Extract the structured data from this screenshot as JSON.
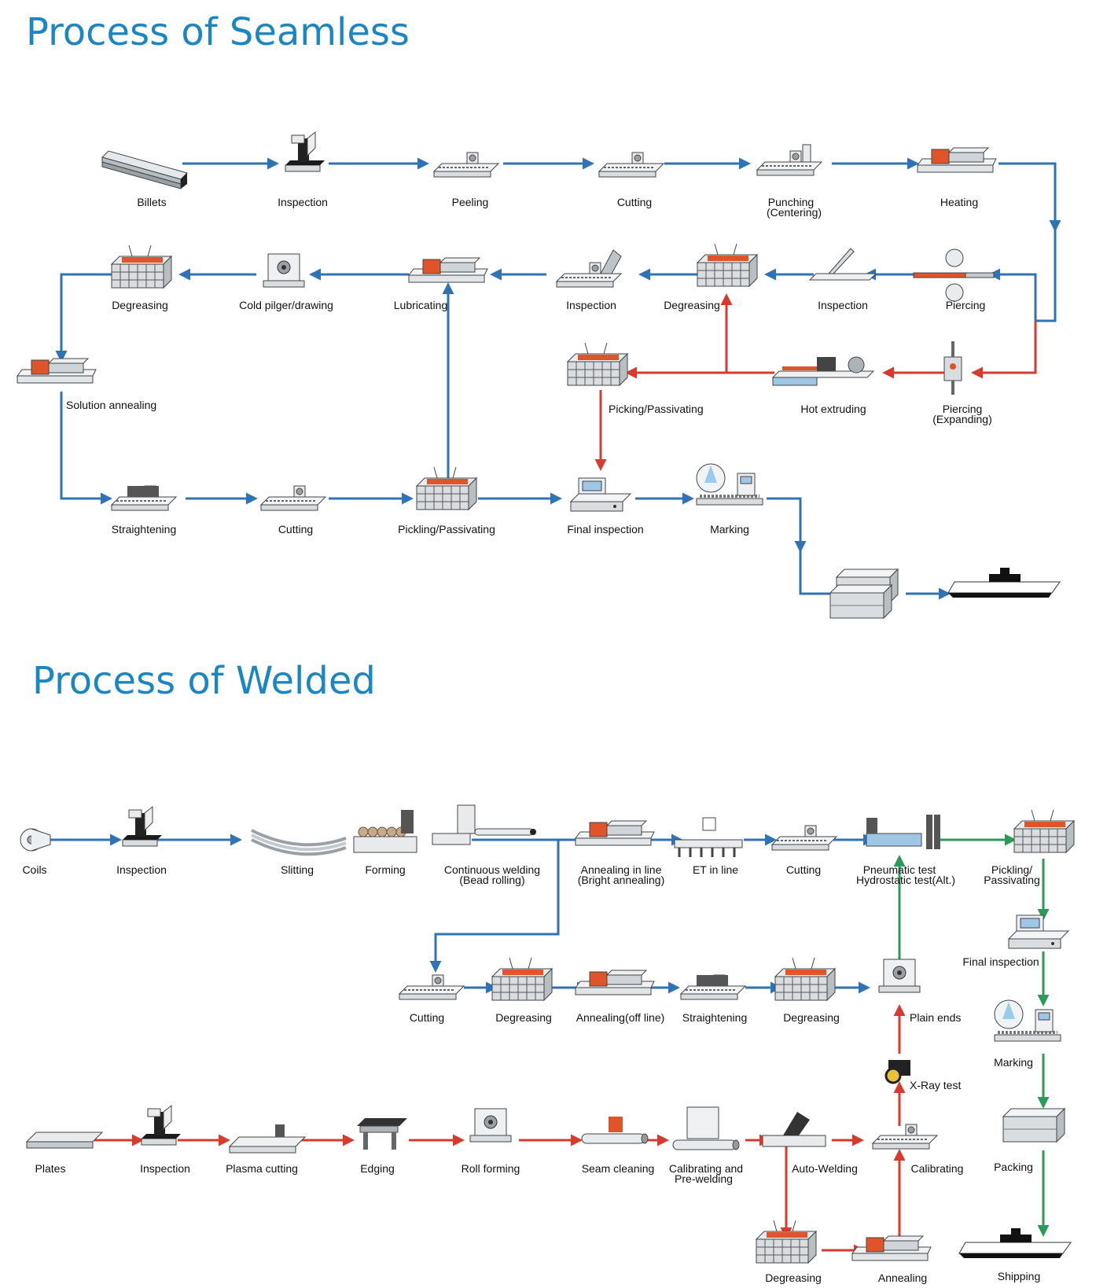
{
  "seamless": {
    "title": "Process of Seamless",
    "steps": {
      "billets": "Billets",
      "inspection1": "Inspection",
      "peeling": "Peeling",
      "cutting1": "Cutting",
      "punching": [
        "Punching",
        "(Centering)"
      ],
      "heating": "Heating",
      "piercing": "Piercing",
      "inspection2": "Inspection",
      "degreasing1": "Degreasing",
      "inspection3": "Inspection",
      "lubricating": "Lubricating",
      "cold_pilger": "Cold pilger/drawing",
      "degreasing2": "Degreasing",
      "solution_annealing": "Solution annealing",
      "piercing_expanding": [
        "Piercing",
        "(Expanding)"
      ],
      "hot_extruding": "Hot extruding",
      "picking_passivating": "Picking/Passivating",
      "straightening": "Straightening",
      "cutting2": "Cutting",
      "pickling_passivating": "Pickling/Passivating",
      "final_inspection": "Final inspection",
      "marking": "Marking"
    }
  },
  "welded": {
    "title": "Process of Welded",
    "steps": {
      "coils": "Coils",
      "inspection1": "Inspection",
      "slitting": "Slitting",
      "forming": "Forming",
      "continuous_welding": [
        "Continuous welding",
        "(Bead rolling)"
      ],
      "annealing_in_line": [
        "Annealing in line",
        "(Bright annealing)"
      ],
      "et_in_line": "ET in line",
      "cutting1": "Cutting",
      "pneumatic_test": [
        "Pneumatic test",
        "Hydrostatic test(Alt.)"
      ],
      "pickling_passivating": [
        "Pickling/",
        "Passivating"
      ],
      "final_inspection": "Final inspection",
      "marking": "Marking",
      "packing": "Packing",
      "shipping": "Shipping",
      "cutting2": "Cutting",
      "degreasing1": "Degreasing",
      "annealing_off_line": "Annealing(off line)",
      "straightening": "Straightening",
      "degreasing2": "Degreasing",
      "plain_ends": "Plain ends",
      "x_ray_test": "X-Ray test",
      "plates": "Plates",
      "inspection2": "Inspection",
      "plasma_cutting": "Plasma cutting",
      "edging": "Edging",
      "roll_forming": "Roll forming",
      "seam_cleaning": "Seam cleaning",
      "calibrating_pre_welding": [
        "Calibrating and",
        "Pre-welding"
      ],
      "auto_welding": "Auto-Welding",
      "calibrating": "Calibrating",
      "degreasing3": "Degreasing",
      "annealing": "Annealing"
    }
  },
  "colors": {
    "title": "#1a86c4",
    "flow_blue": "#2f73b6",
    "flow_red": "#d83a2e",
    "flow_green": "#2e9a5a",
    "heat_orange": "#e0542a"
  }
}
